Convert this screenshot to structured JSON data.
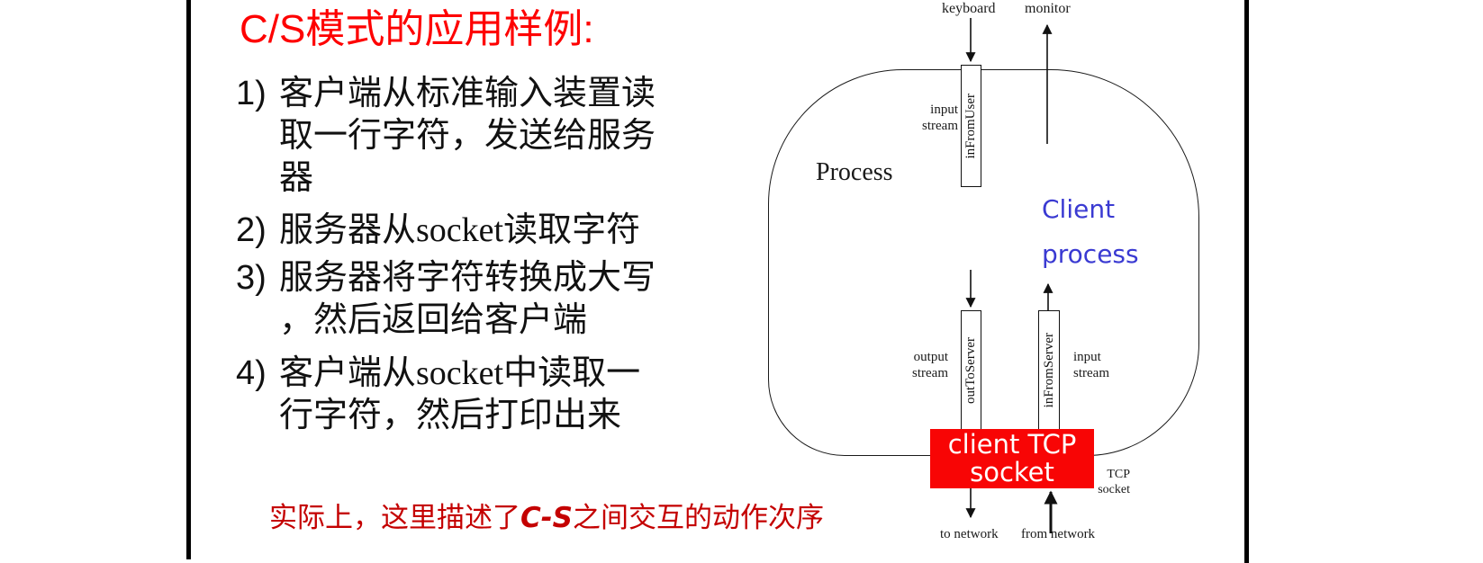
{
  "slide": {
    "title": "C/S模式的应用样例:",
    "items": [
      {
        "num": "1)",
        "lines": [
          "客户端从标准输入装置读",
          "取一行字符，发送给服务",
          "器"
        ]
      },
      {
        "num": "2)",
        "lines": [
          "服务器从socket读取字符"
        ]
      },
      {
        "num": "3)",
        "lines": [
          "服务器将字符转换成大写",
          "，然后返回给客户端"
        ]
      },
      {
        "num": "4)",
        "lines": [
          "客户端从socket中读取一",
          "行字符，然后打印出来"
        ]
      }
    ],
    "footnote": {
      "prefix": "实际上，这里描述了",
      "highlight": "C-S",
      "suffix": "之间交互的动作次序"
    }
  },
  "diagram": {
    "process_label": "Process",
    "client_line1": "Client",
    "client_line2": "process",
    "keyboard_label": "keyboard",
    "monitor_label": "monitor",
    "input_stream_top": {
      "line1": "input",
      "line2": "stream"
    },
    "in_from_user": "inFromUser",
    "out_to_server": "outToServer",
    "in_from_server": "inFromServer",
    "output_stream": {
      "line1": "output",
      "line2": "stream"
    },
    "input_stream_bottom": {
      "line1": "input",
      "line2": "stream"
    },
    "tcp_box": {
      "line1": "client TCP",
      "line2": "socket"
    },
    "tcp_socket_label": {
      "line1": "TCP",
      "line2": "socket"
    },
    "to_network": "to network",
    "from_network": "from network"
  },
  "colors": {
    "title_red": "#fe0000",
    "footnote_red": "#c40000",
    "client_blue": "#3a3ad2",
    "socket_box_red": "#f80505",
    "text_black": "#111111"
  }
}
